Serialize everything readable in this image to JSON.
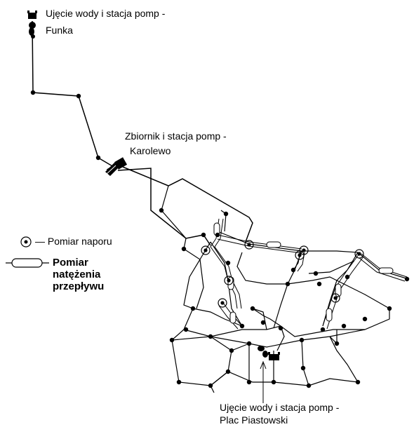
{
  "labels": {
    "funka_line1": "Ujęcie wody i stacja pomp -",
    "funka_line2": "Funka",
    "karolewo_line1": "Zbiornik i stacja pomp -",
    "karolewo_line2": "Karolewo",
    "plac_line1": "Ujęcie wody i stacja pomp -",
    "plac_line2": "Plac Piastowski"
  },
  "legend": {
    "pressure_label": "— Pomiar naporu",
    "flow_label_line1": "Pomiar",
    "flow_label_line2": "natężenia",
    "flow_label_line3": "przepływu"
  },
  "colors": {
    "line": "#000000",
    "background": "#ffffff"
  }
}
